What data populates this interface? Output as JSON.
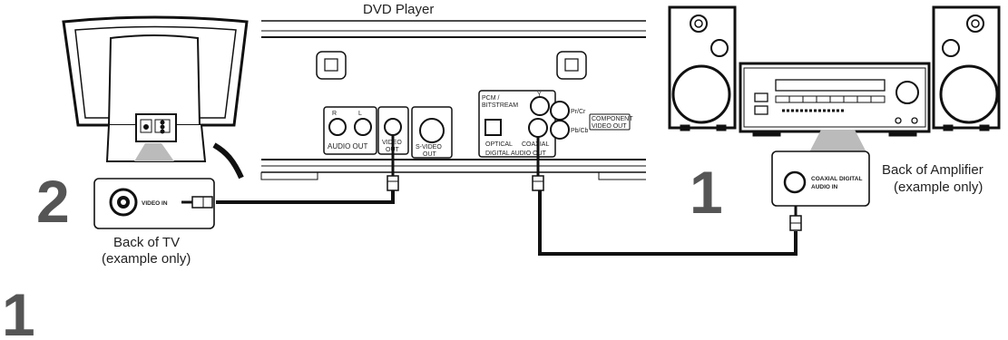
{
  "dvd": {
    "title": "DVD Player",
    "audio_r": "R",
    "audio_l": "L",
    "audio_out": "AUDIO OUT",
    "video_out_1": "VIDEO",
    "video_out_2": "OUT",
    "svideo_1": "S-VIDEO",
    "svideo_2": "OUT",
    "pcm_1": "PCM /",
    "pcm_2": "BITSTREAM",
    "optical": "OPTICAL",
    "coaxial": "COAXIAL",
    "digital_audio_out": "DIGITAL AUDIO OUT",
    "comp_y": "Y",
    "comp_pr": "Pr/Cr",
    "comp_pb": "Pb/Cb",
    "component_1": "COMPONENT",
    "component_2": "VIDEO OUT"
  },
  "tv": {
    "jack_label": "VIDEO IN",
    "caption_1": "Back of TV",
    "caption_2": "(example only)",
    "step": "2"
  },
  "amp": {
    "jack_label_1": "COAXIAL DIGITAL",
    "jack_label_2": "AUDIO IN",
    "caption_1": "Back of Amplifier",
    "caption_2": "(example only)",
    "step": "1"
  },
  "page_step": "1"
}
